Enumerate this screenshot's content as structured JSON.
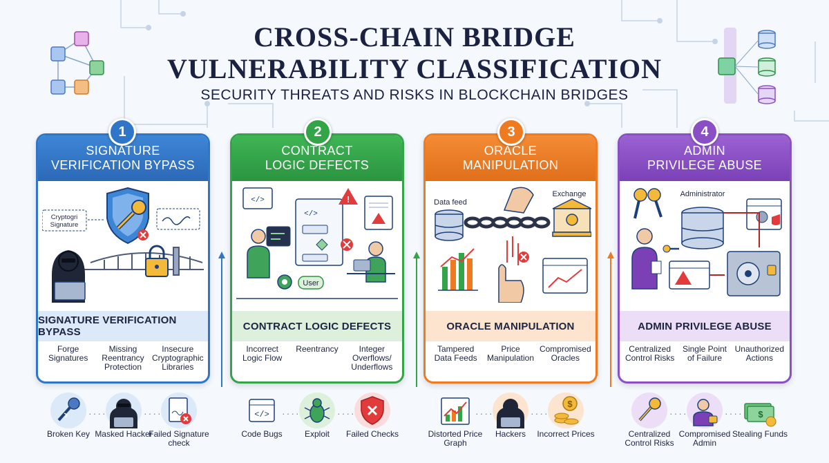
{
  "title_line1": "CROSS-CHAIN BRIDGE",
  "title_line2": "VULNERABILITY CLASSIFICATION",
  "subtitle": "SECURITY THREATS AND RISKS IN BLOCKCHAIN BRIDGES",
  "cards": [
    {
      "number": "1",
      "head_line1": "SIGNATURE",
      "head_line2": "VERIFICATION BYPASS",
      "color": "#2f76c8",
      "band": "SIGNATURE VERIFICATION BYPASS",
      "band_color": "#dbe9f8",
      "illustration_labels": [
        "Cryptogri",
        "Signature"
      ],
      "subs": [
        "Forge Signatures",
        "Missing Reentrancy Protection",
        "Insecure Cryptographic Libraries"
      ],
      "bottom": [
        {
          "icon": "broken-key-icon",
          "label": "Broken Key"
        },
        {
          "icon": "masked-hacker-icon",
          "label": "Masked Hacker"
        },
        {
          "icon": "failed-signature-icon",
          "label": "Failed Signature check"
        }
      ]
    },
    {
      "number": "2",
      "head_line1": "CONTRACT",
      "head_line2": "LOGIC DEFECTS",
      "color": "#33a447",
      "band": "CONTRACT LOGIC DEFECTS",
      "band_color": "#dcf0dc",
      "illustration_labels": [
        "User"
      ],
      "subs": [
        "Incorrect Logic Flow",
        "Reentrancy",
        "Integer Overflows/ Underflows"
      ],
      "bottom": [
        {
          "icon": "code-bugs-icon",
          "label": "Code Bugs"
        },
        {
          "icon": "exploit-bug-icon",
          "label": "Exploit"
        },
        {
          "icon": "failed-checks-icon",
          "label": "Failed Checks"
        }
      ]
    },
    {
      "number": "3",
      "head_line1": "ORACLE",
      "head_line2": "MANIPULATION",
      "color": "#ee7b22",
      "band": "ORACLE MANIPULATION",
      "band_color": "#fce4cf",
      "illustration_labels": [
        "Data feed",
        "Exchange"
      ],
      "subs": [
        "Tampered Data Feeds",
        "Price Manipulation",
        "Compromised Oracles"
      ],
      "bottom": [
        {
          "icon": "distorted-graph-icon",
          "label": "Distorted Price Graph"
        },
        {
          "icon": "hackers-icon",
          "label": "Hackers"
        },
        {
          "icon": "incorrect-prices-icon",
          "label": "Incorrect Prices"
        }
      ]
    },
    {
      "number": "4",
      "head_line1": "ADMIN",
      "head_line2": "PRIVILEGE ABUSE",
      "color": "#8a4fc4",
      "band": "ADMIN PRIVILEGE ABUSE",
      "band_color": "#ebdef6",
      "illustration_labels": [
        "Administrator"
      ],
      "subs": [
        "Centralized Control Risks",
        "Single Point of Failure",
        "Unauthorized Actions"
      ],
      "bottom": [
        {
          "icon": "control-key-icon",
          "label": "Centralized Control Risks"
        },
        {
          "icon": "compromised-admin-icon",
          "label": "Compromised Admin"
        },
        {
          "icon": "stealing-funds-icon",
          "label": "Stealing Funds"
        }
      ]
    }
  ]
}
